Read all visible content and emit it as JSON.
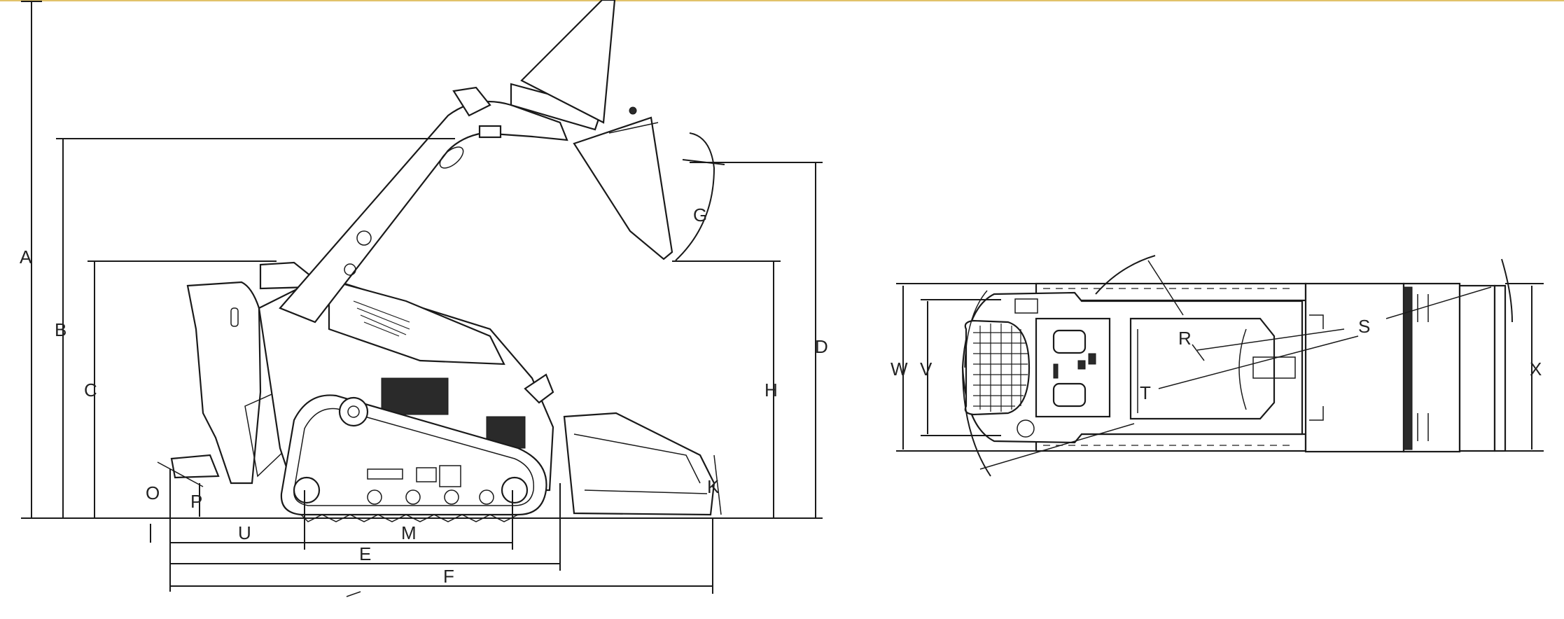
{
  "colors": {
    "top_rule": "#e2c26a",
    "line": "#1a1a1a",
    "background": "#ffffff"
  },
  "side_view": {
    "labels": {
      "A": "A",
      "B": "B",
      "C": "C",
      "D": "D",
      "E": "E",
      "F": "F",
      "G": "G",
      "H": "H",
      "K": "K",
      "M": "M",
      "O": "O",
      "P": "P",
      "U": "U"
    }
  },
  "top_view": {
    "labels": {
      "R": "R",
      "S": "S",
      "T": "T",
      "V": "V",
      "W": "W",
      "X": "X"
    }
  }
}
